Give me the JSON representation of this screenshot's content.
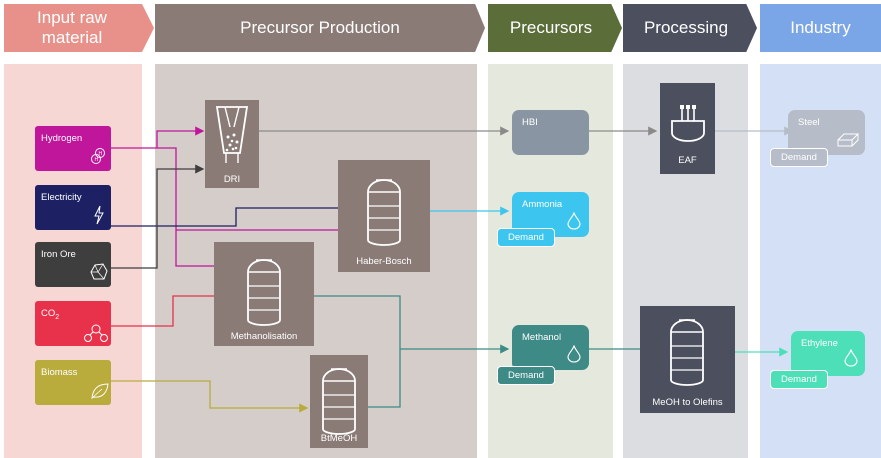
{
  "headers": {
    "input": "Input raw material",
    "precursor_production": "Precursor Production",
    "precursors": "Precursors",
    "processing": "Processing",
    "industry": "Industry"
  },
  "inputs": {
    "hydrogen": "Hydrogen",
    "electricity": "Electricity",
    "iron_ore": "Iron Ore",
    "co2": "CO",
    "co2_sub": "2",
    "biomass": "Biomass"
  },
  "production": {
    "dri": "DRI",
    "haber_bosch": "Haber-Bosch",
    "methanolisation": "Methanolisation",
    "btmeoh": "BtMeOH"
  },
  "precursors": {
    "hbi": "HBI",
    "ammonia": "Ammonia",
    "methanol": "Methanol"
  },
  "processing": {
    "eaf": "EAF",
    "mto": "MeOH to Olefins"
  },
  "industry": {
    "steel": "Steel",
    "ethylene": "Ethylene"
  },
  "demand_label": "Demand",
  "colors": {
    "input_col": "#e8918a",
    "production_col": "#8a7b76",
    "precursors_col": "#5b6e3a",
    "processing_col": "#4b4f5e",
    "industry_col": "#7aa5e6",
    "hydrogen": "#c0169b",
    "electricity": "#1d2063",
    "iron_ore": "#3e3e3e",
    "co2": "#e8314a",
    "biomass": "#b9ab3c",
    "hbi": "#8a95a3",
    "ammonia": "#3cc6ef",
    "methanol": "#3d8a86",
    "ethylene": "#4de0b8"
  }
}
